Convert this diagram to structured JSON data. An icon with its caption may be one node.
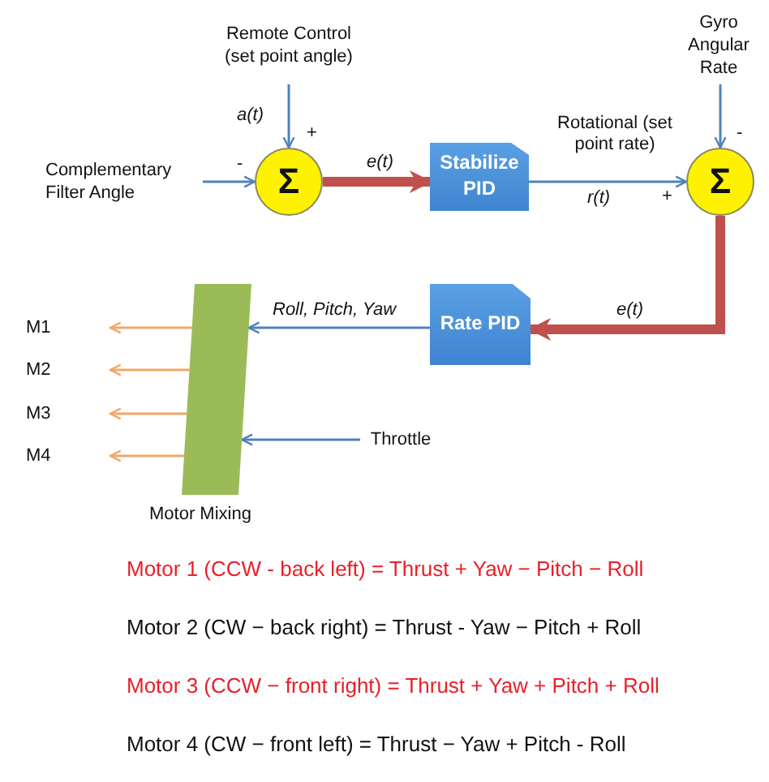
{
  "diagram": {
    "nodes": [
      {
        "text": [
          "Remote Control (set point angle)"
        ]
      },
      {
        "text": [
          "Complementary Filter Angle"
        ]
      },
      {
        "text": [
          "Σ"
        ]
      },
      {
        "text": [
          "Stabilize PID"
        ]
      },
      {
        "text": [
          "Σ"
        ]
      },
      {
        "text": [
          "Gyro Angular Rate"
        ]
      },
      {
        "text": [
          "Rate PID"
        ]
      },
      {
        "text": [],
        "shape": "bar",
        "beside": [
          "Motor Mixing"
        ]
      },
      {
        "text": [
          "Throttle"
        ]
      },
      {
        "text": [
          "M1"
        ]
      },
      {
        "text": [
          "M2"
        ]
      },
      {
        "text": [
          "M3"
        ]
      },
      {
        "text": [
          "M4"
        ]
      }
    ],
    "edges": [
      {
        "from": 0,
        "to": 2,
        "arrow": "to",
        "label": "a(t)"
      },
      {
        "from": 1,
        "to": 2,
        "arrow": "to"
      },
      {
        "from": 2,
        "to": 3,
        "arrow": "to",
        "label": "e(t)",
        "style": "thick",
        "color": "#c0504d"
      },
      {
        "from": 3,
        "to": 4,
        "arrow": "to",
        "label": "Rotational (set point rate)"
      },
      {
        "from": 5,
        "to": 4,
        "arrow": "to"
      },
      {
        "from": 4,
        "to": 6,
        "arrow": "to",
        "label": "e(t)",
        "style": "thick",
        "color": "#c0504d"
      },
      {
        "from": 6,
        "to": 7,
        "arrow": "to",
        "label": "Roll, Pitch, Yaw"
      },
      {
        "from": 8,
        "to": 7,
        "arrow": "to"
      },
      {
        "from": 7,
        "to": 9,
        "arrow": "to",
        "color": "#f0a868"
      },
      {
        "from": 7,
        "to": 10,
        "arrow": "to",
        "color": "#f0a868"
      },
      {
        "from": 7,
        "to": 11,
        "arrow": "to",
        "color": "#f0a868"
      },
      {
        "from": 7,
        "to": 12,
        "arrow": "to",
        "color": "#f0a868"
      }
    ],
    "labels": [
      "-",
      "+",
      "-",
      "+",
      "r(t)",
      "Motor 1 (CCW - back left) = Thrust + Yaw − Pitch − Roll",
      "Motor 2 (CW − back right) = Thrust - Yaw − Pitch + Roll",
      "Motor 3 (CCW − front right) = Thrust + Yaw + Pitch + Roll",
      "Motor 4 (CW − front left) = Thrust − Yaw + Pitch - Roll"
    ]
  }
}
